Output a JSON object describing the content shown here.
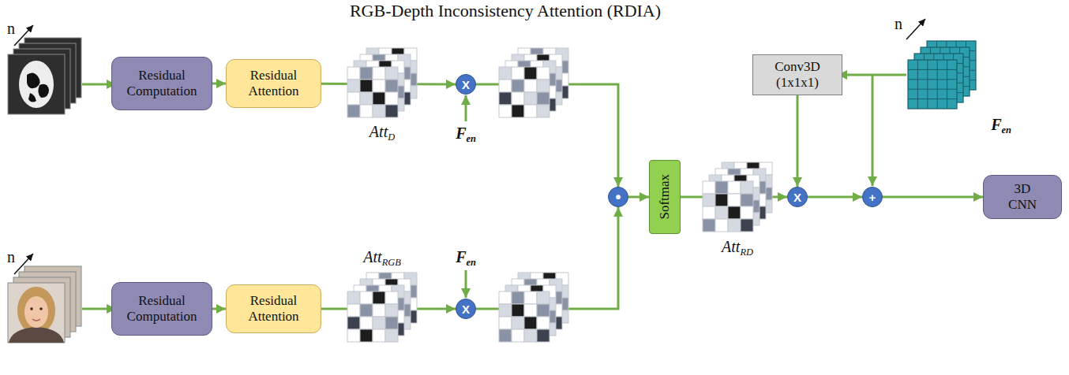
{
  "diagram": {
    "nodes": [
      {
        "text": [
          "RGB-Depth Inconsistency Attention (RDIA)"
        ]
      },
      {
        "text": [
          "Residual Computation"
        ],
        "in": 0
      },
      {
        "text": [
          "Residual Attention"
        ],
        "in": 0
      },
      {
        "text": [
          "X"
        ],
        "in": 0
      },
      {
        "text": [
          "Conv3D (1x1x1)"
        ],
        "in": 0
      },
      {
        "text": [
          "•"
        ],
        "in": 0
      },
      {
        "text": [
          "Softmax"
        ],
        "in": 0
      },
      {
        "text": [
          "X"
        ],
        "in": 0
      },
      {
        "text": [
          "+"
        ],
        "in": 0
      },
      {
        "text": [
          "3D CNN"
        ]
      },
      {
        "text": [
          "Residual Computation"
        ],
        "in": 0
      },
      {
        "text": [
          "Residual Attention"
        ],
        "in": 0
      },
      {
        "text": [
          "X"
        ],
        "in": 0
      }
    ],
    "edges": [
      {
        "from": 1,
        "to": 2,
        "arrow": "to"
      },
      {
        "from": 2,
        "to": 3,
        "arrow": "to"
      },
      {
        "from": 3,
        "to": 5,
        "arrow": "to"
      },
      {
        "from": 10,
        "to": 11,
        "arrow": "to"
      },
      {
        "from": 11,
        "to": 12,
        "arrow": "to"
      },
      {
        "from": 12,
        "to": 5,
        "arrow": "to"
      },
      {
        "from": 5,
        "to": 6,
        "arrow": "to"
      },
      {
        "from": 6,
        "to": 7,
        "arrow": "to"
      },
      {
        "from": 4,
        "to": 7,
        "arrow": "to"
      },
      {
        "from": 7,
        "to": 8,
        "arrow": "to"
      },
      {
        "from": 8,
        "to": 9,
        "arrow": "to"
      }
    ],
    "labels": [
      "n",
      "AttD",
      "Fen",
      "n",
      "Fen",
      "AttRD",
      "AttRGB",
      "Fen",
      "n"
    ]
  }
}
